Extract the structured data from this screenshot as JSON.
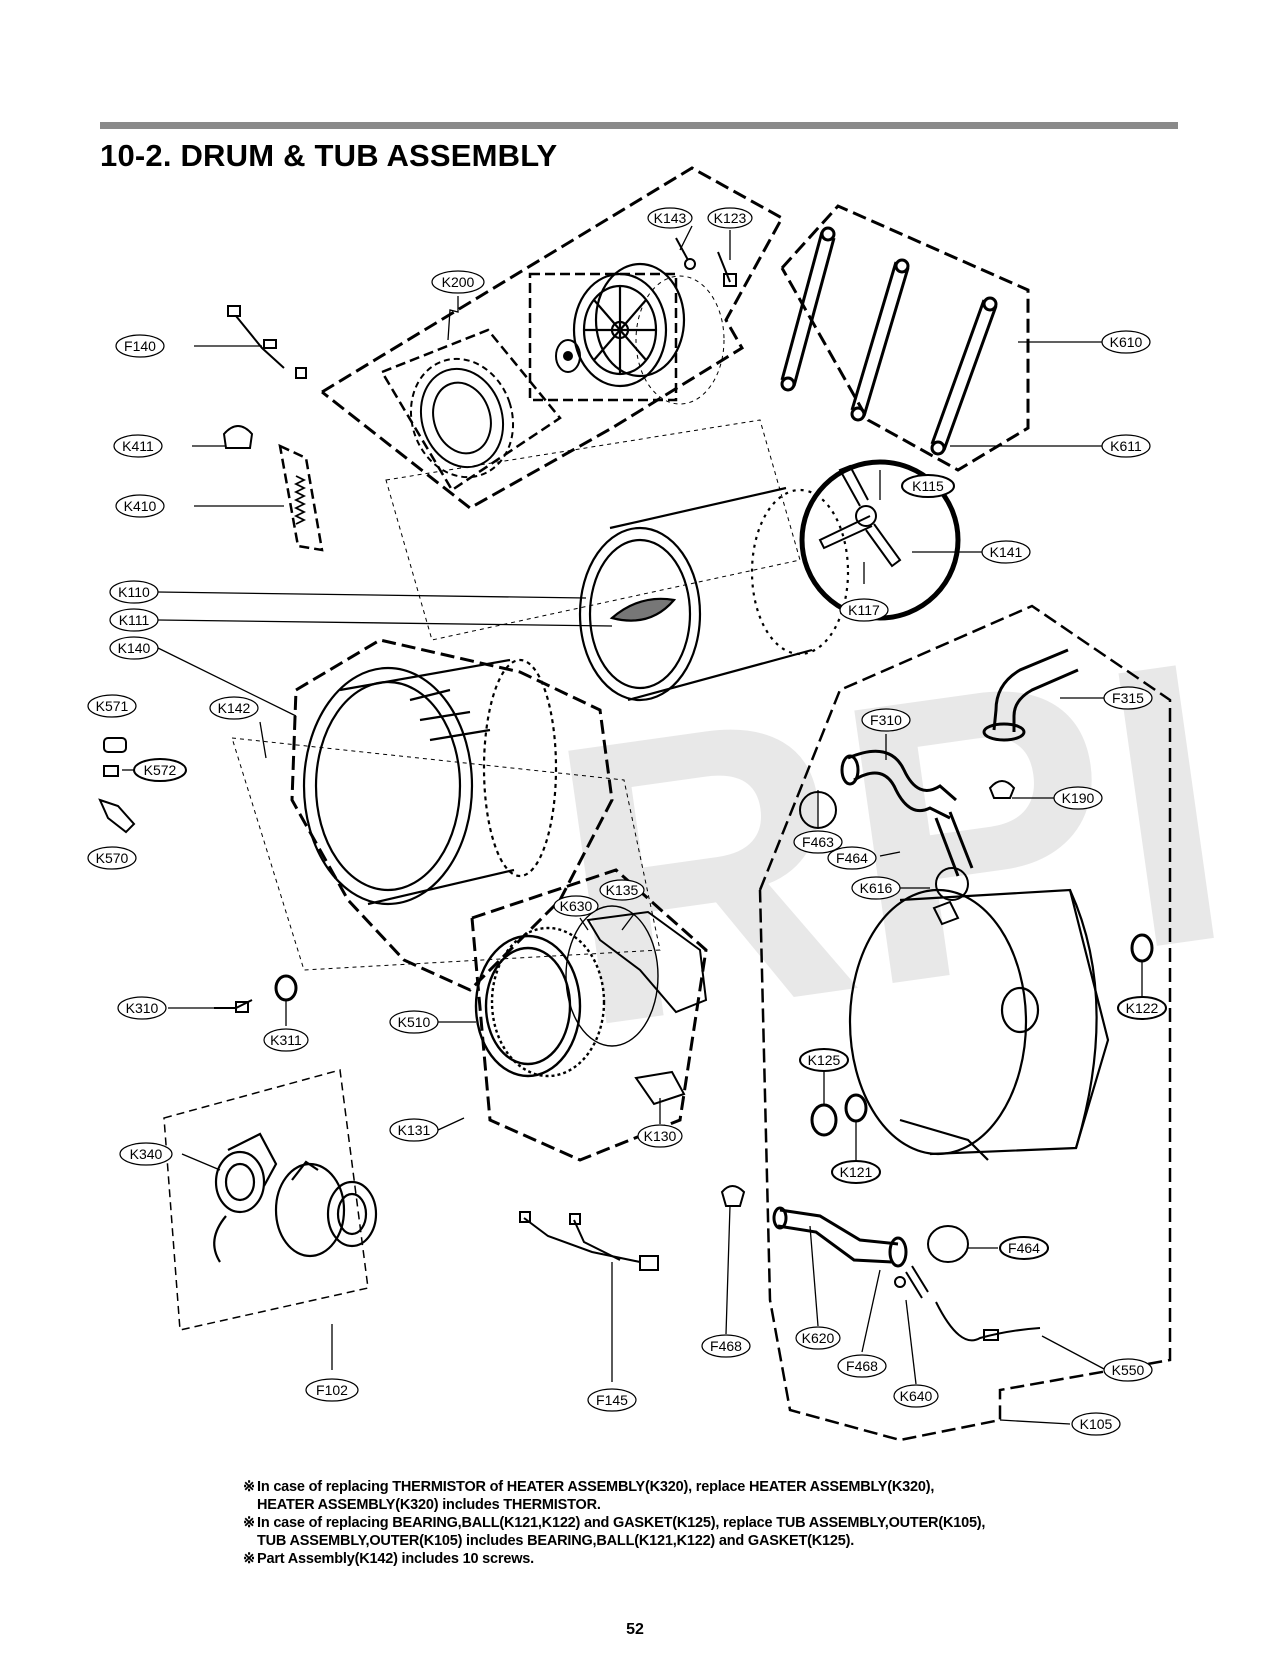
{
  "section_title": "10-2. DRUM & TUB ASSEMBLY",
  "watermark": "RPI",
  "callouts": {
    "K143": "K143",
    "K123": "K123",
    "K200": "K200",
    "F140": "F140",
    "K610": "K610",
    "K611": "K611",
    "K411": "K411",
    "K410": "K410",
    "K115": "K115",
    "K141": "K141",
    "K110": "K110",
    "K111": "K111",
    "K117": "K117",
    "K140": "K140",
    "K571": "K571",
    "K142": "K142",
    "K572": "K572",
    "K570": "K570",
    "F315": "F315",
    "F310": "F310",
    "K190": "K190",
    "F463": "F463",
    "F464a": "F464",
    "K616": "K616",
    "K630": "K630",
    "K135": "K135",
    "K122": "K122",
    "K310": "K310",
    "K311": "K311",
    "K510": "K510",
    "K125": "K125",
    "K131": "K131",
    "K130": "K130",
    "K121": "K121",
    "K340": "K340",
    "F464b": "F464",
    "F468a": "F468",
    "K620": "K620",
    "F468b": "F468",
    "K550": "K550",
    "K640": "K640",
    "F102": "F102",
    "F145": "F145",
    "K105": "K105"
  },
  "notes": [
    {
      "mark": "※",
      "text": "In case of replacing THERMISTOR of HEATER ASSEMBLY(K320), replace HEATER ASSEMBLY(K320),"
    },
    {
      "mark": "",
      "text": "HEATER ASSEMBLY(K320) includes THERMISTOR."
    },
    {
      "mark": "※",
      "text": "In case of replacing BEARING,BALL(K121,K122) and GASKET(K125), replace TUB ASSEMBLY,OUTER(K105),"
    },
    {
      "mark": "",
      "text": "TUB ASSEMBLY,OUTER(K105) includes BEARING,BALL(K121,K122) and GASKET(K125)."
    },
    {
      "mark": "※",
      "text": "Part Assembly(K142) includes 10 screws."
    }
  ],
  "page_number": "52"
}
